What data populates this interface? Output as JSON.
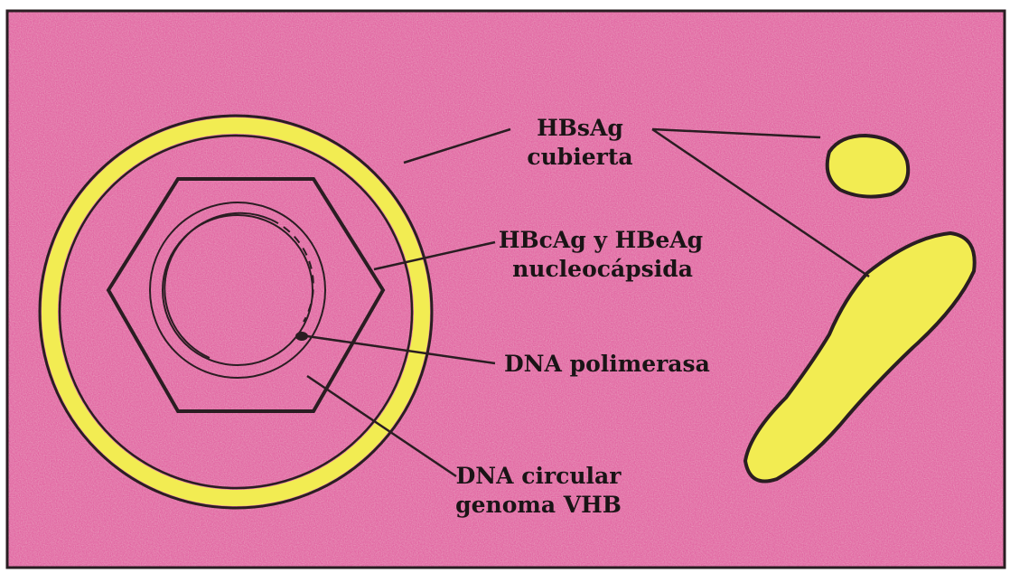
{
  "diagram": {
    "labels": {
      "hbsag_title": "HBsAg",
      "hbsag_sub": "cubierta",
      "hbcag_title": "HBcAg y HBeAg",
      "hbcag_sub": "nucleocápsida",
      "polimerasa": "DNA polimerasa",
      "circular_title": "DNA circular",
      "circular_sub": "genoma VHB"
    },
    "colors": {
      "background": "#e0539c",
      "envelope_yellow": "#f2ec52",
      "outline": "#2a1d22"
    }
  }
}
